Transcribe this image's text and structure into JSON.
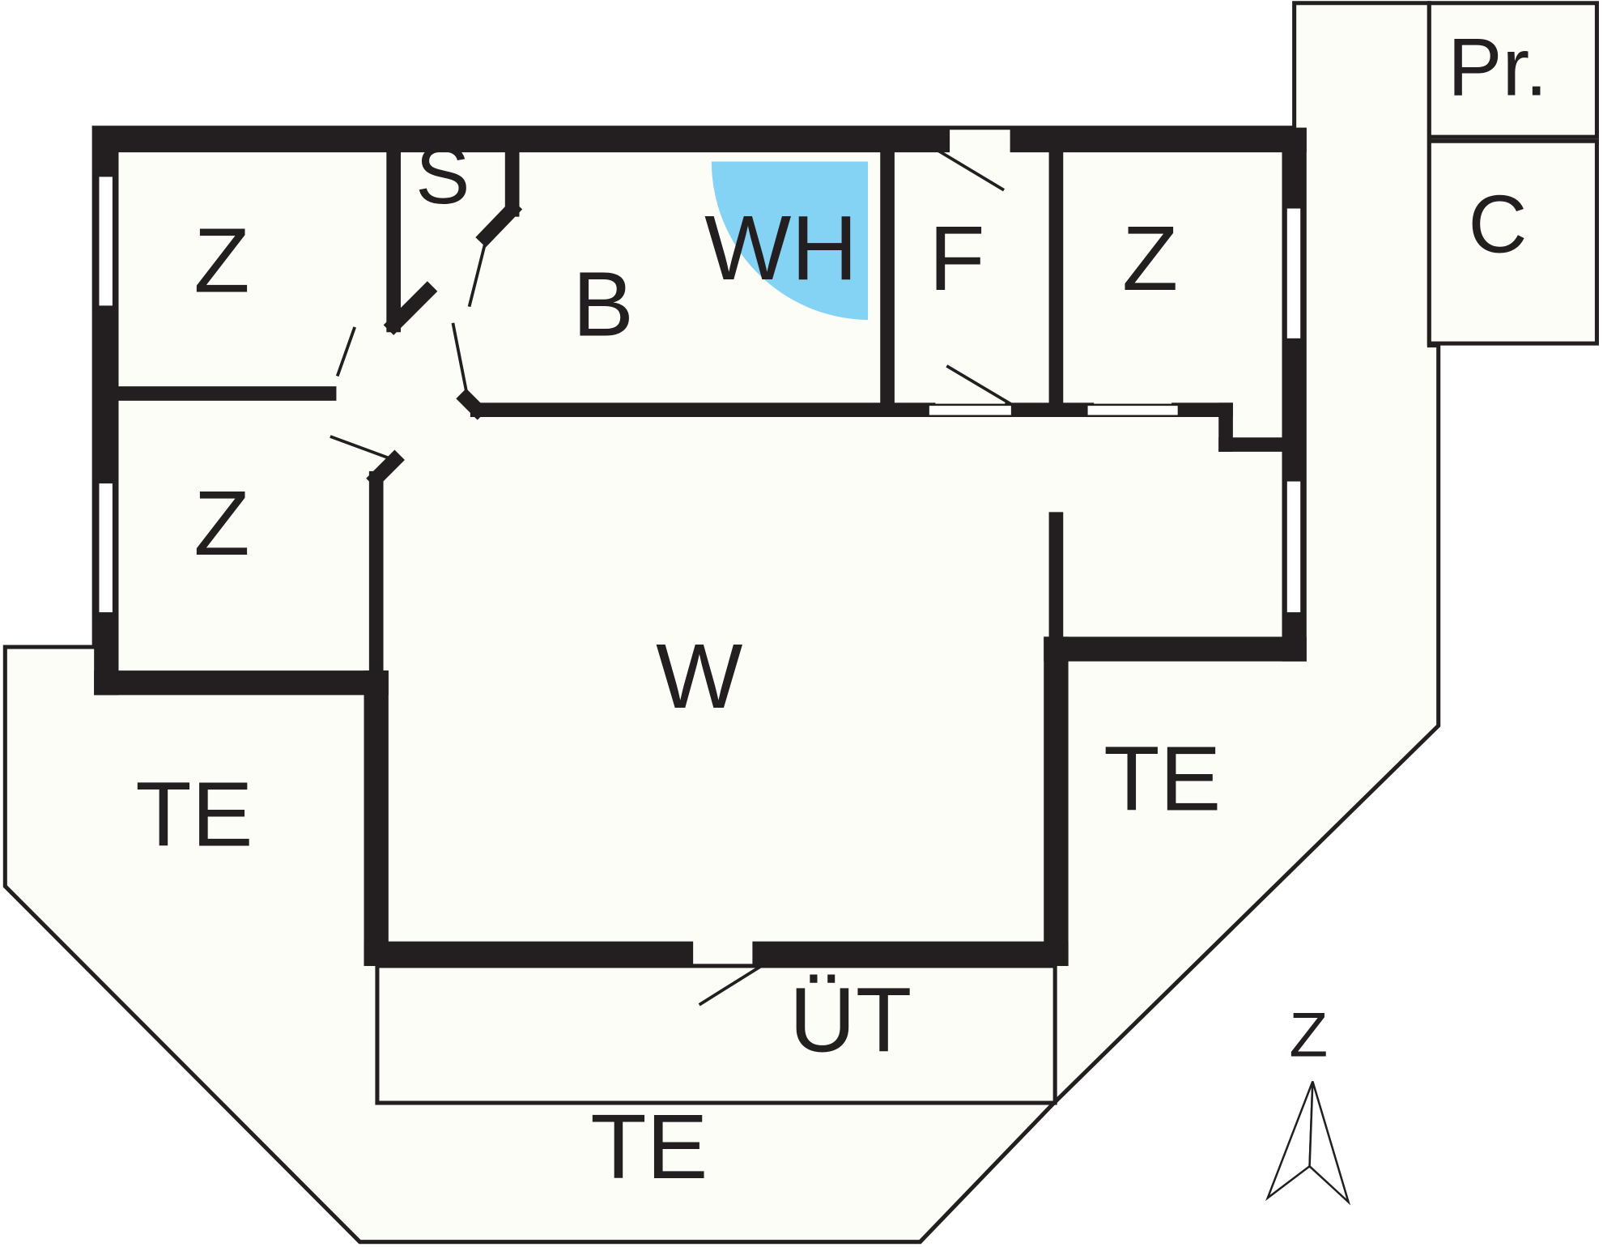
{
  "plan": {
    "rooms": [
      {
        "id": "z1",
        "label": "Z"
      },
      {
        "id": "z2",
        "label": "Z"
      },
      {
        "id": "s",
        "label": "S"
      },
      {
        "id": "b",
        "label": "B"
      },
      {
        "id": "wh",
        "label": "WH"
      },
      {
        "id": "f",
        "label": "F"
      },
      {
        "id": "z3",
        "label": "Z"
      },
      {
        "id": "w",
        "label": "W"
      },
      {
        "id": "te-left",
        "label": "TE"
      },
      {
        "id": "te-right",
        "label": "TE"
      },
      {
        "id": "ut",
        "label": "ÜT"
      },
      {
        "id": "te-bottom",
        "label": "TE"
      },
      {
        "id": "pr",
        "label": "Pr."
      },
      {
        "id": "c",
        "label": "C"
      }
    ],
    "compass": {
      "label": "Z"
    },
    "colors": {
      "wall": "#231f20",
      "floor": "#fdfdf8",
      "whirlpool": "#84d3f5"
    }
  }
}
